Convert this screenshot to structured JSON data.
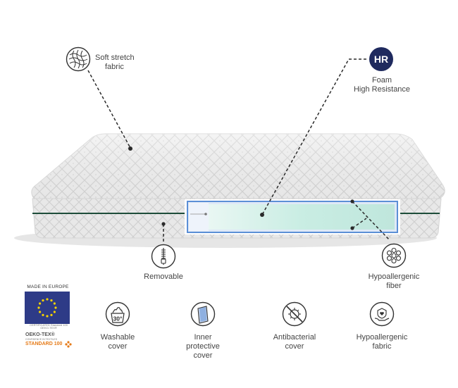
{
  "callouts": {
    "fabric": {
      "line1": "Soft stretch",
      "line2": "fabric"
    },
    "hr_badge": "HR",
    "foam": {
      "line1": "Foam",
      "line2": "High Resistance"
    },
    "removable": "Removable",
    "fiber": {
      "line1": "Hypoallergenic",
      "line2": "fiber"
    }
  },
  "certification": {
    "made_in": "MADE IN EUROPE",
    "cert_small_1": "CERTIFICATED Standard 100",
    "cert_small_2": "OEKO-TEX®",
    "brand": "OEKO-TEX®",
    "brand_sub": "CONFIDENCE IN TEXTILES",
    "standard": "STANDARD 100"
  },
  "features": [
    {
      "icon": "washable-icon",
      "line1": "Washable",
      "line2": "cover",
      "line3": "",
      "temp": "30°"
    },
    {
      "icon": "inner-cover-icon",
      "line1": "Inner",
      "line2": "protective",
      "line3": "cover"
    },
    {
      "icon": "antibacterial-icon",
      "line1": "Antibacterial",
      "line2": "cover",
      "line3": ""
    },
    {
      "icon": "hypoallergenic-icon",
      "line1": "Hypoallergenic",
      "line2": "fabric",
      "line3": ""
    }
  ],
  "colors": {
    "navy": "#1f2a5e",
    "eu_blue": "#2e3b87",
    "eu_star": "#f5d300",
    "foam_mint": "#c8ece2",
    "foam_blue": "#5b8fd6",
    "piping": "#1e4d3a",
    "oeko_orange": "#e57a17"
  }
}
